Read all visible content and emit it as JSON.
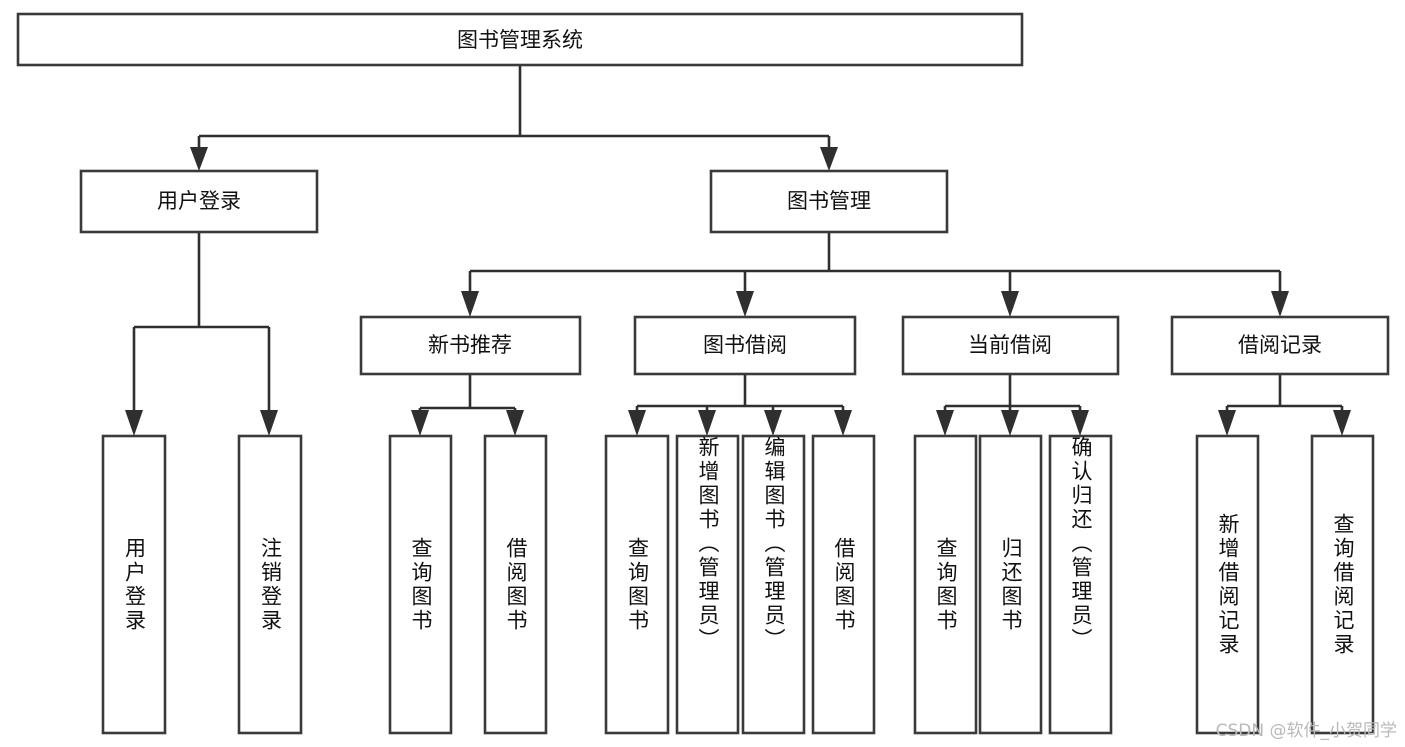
{
  "diagram": {
    "title": "图书管理系统",
    "type": "hierarchy-tree",
    "watermark": "CSDN @软件_小贺同学",
    "colors": {
      "box_stroke": "#3a3a3a",
      "box_fill": "#ffffff",
      "connector": "#2f2f2f",
      "label_text": "#111111",
      "watermark_text": "#b9b9b9",
      "background": "#ffffff"
    },
    "levels": {
      "root": {
        "label": "图书管理系统"
      },
      "level2": [
        {
          "label": "用户登录"
        },
        {
          "label": "图书管理"
        }
      ],
      "level3": [
        {
          "label": "新书推荐"
        },
        {
          "label": "图书借阅"
        },
        {
          "label": "当前借阅"
        },
        {
          "label": "借阅记录"
        }
      ],
      "leaves": [
        {
          "label": "用户登录",
          "parent": "用户登录"
        },
        {
          "label": "注销登录",
          "parent": "用户登录"
        },
        {
          "label": "查询图书",
          "parent": "新书推荐"
        },
        {
          "label": "借阅图书",
          "parent": "新书推荐"
        },
        {
          "label": "查询图书",
          "parent": "图书借阅"
        },
        {
          "label": "新增图书（管理员）",
          "parent": "图书借阅"
        },
        {
          "label": "编辑图书（管理员）",
          "parent": "图书借阅"
        },
        {
          "label": "借阅图书",
          "parent": "图书借阅"
        },
        {
          "label": "查询图书",
          "parent": "当前借阅"
        },
        {
          "label": "归还图书",
          "parent": "当前借阅"
        },
        {
          "label": "确认归还（管理员）",
          "parent": "当前借阅"
        },
        {
          "label": "新增借阅记录",
          "parent": "借阅记录"
        },
        {
          "label": "查询借阅记录",
          "parent": "借阅记录"
        }
      ]
    }
  }
}
